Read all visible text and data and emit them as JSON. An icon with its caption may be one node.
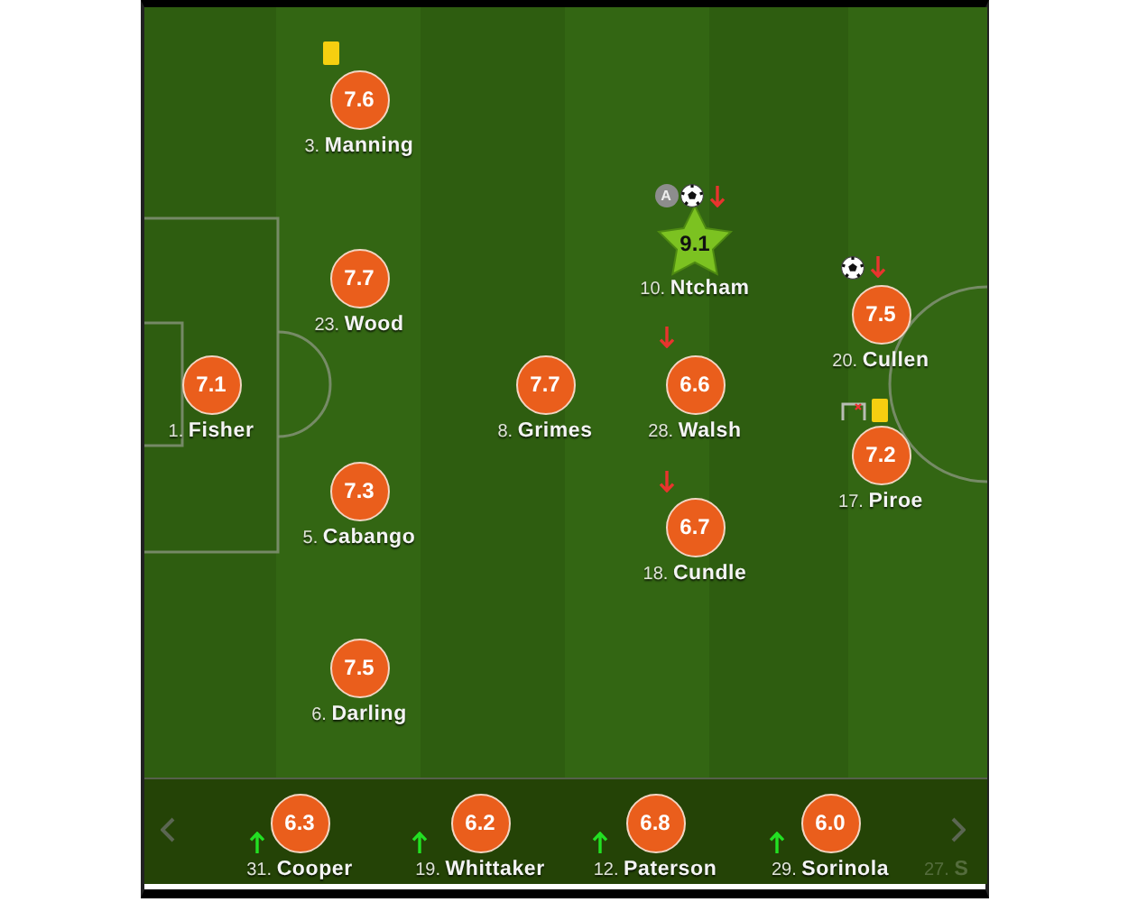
{
  "diagram": {
    "nodes": [
      {
        "text": [
          "7.1",
          "1. **Fisher**"
        ]
      },
      {
        "text": [
          "7.6",
          "3. **Manning**"
        ]
      },
      {
        "text": [
          "7.7",
          "23. **Wood**"
        ]
      },
      {
        "text": [
          "7.3",
          "5. **Cabango**"
        ]
      },
      {
        "text": [
          "7.5",
          "6. **Darling**"
        ]
      },
      {
        "text": [
          "7.7",
          "8. **Grimes**"
        ]
      },
      {
        "text": [
          "A",
          "9.1",
          "10. **Ntcham**"
        ]
      },
      {
        "text": [
          "6.6",
          "28. **Walsh**"
        ]
      },
      {
        "text": [
          "6.7",
          "18. **Cundle**"
        ]
      },
      {
        "text": [
          "7.5",
          "20. **Cullen**"
        ]
      },
      {
        "text": [
          "7.2",
          "17. **Piroe**"
        ]
      },
      {
        "text": [
          "6.3",
          "31. **Cooper**"
        ]
      },
      {
        "text": [
          "6.2",
          "19. **Whittaker**"
        ]
      },
      {
        "text": [
          "6.8",
          "12. **Paterson**"
        ]
      },
      {
        "text": [
          "6.0",
          "29. **Sorinola**"
        ]
      }
    ],
    "labels": [
      "27. **S**"
    ]
  }
}
